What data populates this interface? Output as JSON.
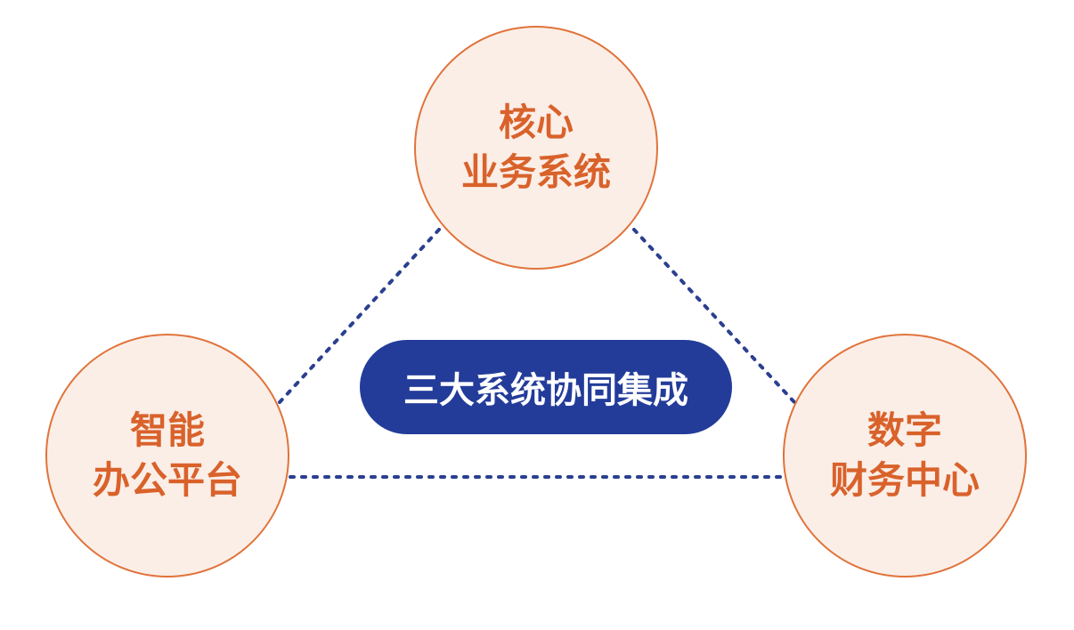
{
  "colors": {
    "node_fill": "#fbeee7",
    "node_stroke": "#e0733a",
    "node_text": "#d9622b",
    "pill_fill": "#233c9a",
    "pill_text": "#ffffff",
    "connector": "#2a3f8f"
  },
  "nodes": {
    "top": {
      "line1": "核心",
      "line2": "业务系统"
    },
    "left": {
      "line1": "智能",
      "line2": "办公平台"
    },
    "right": {
      "line1": "数字",
      "line2": "财务中心"
    }
  },
  "center": {
    "label": "三大系统协同集成"
  }
}
